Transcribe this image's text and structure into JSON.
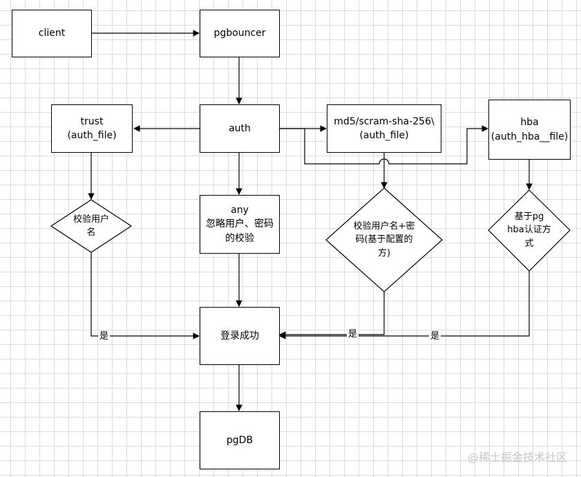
{
  "nodes": {
    "client": "client",
    "pgbouncer": "pgbouncer",
    "auth": "auth",
    "trust": "trust\n(auth_file)",
    "md5": "md5/scram-sha-256\\\n(auth_file)",
    "hba": "hba\n(auth_hba__file)",
    "any": "any\n忽略用户、密码\n的校验",
    "login_success": "登录成功",
    "pgdb": "pgDB"
  },
  "decisions": {
    "check_user": "校验用户\n名",
    "check_user_pwd": "校验用户名+密\n码(基于配置的\n方)",
    "hba_check": "基于pg\nhba认证方\n式"
  },
  "edge_labels": {
    "yes_left": "是",
    "yes_mid": "是",
    "yes_right": "是"
  },
  "colors": {
    "line": "#000000",
    "grid": "#dcdcdc"
  },
  "watermark": "@稀土掘金技术社区"
}
